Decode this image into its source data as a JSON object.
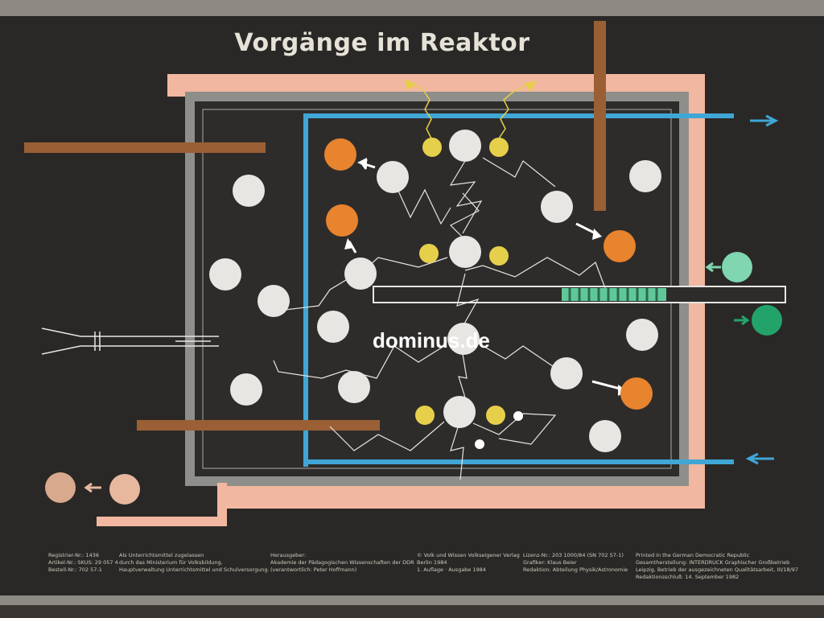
{
  "title": "Vorgänge im Reaktor",
  "watermark": "dominus.de",
  "colors": {
    "background": "#2e2c2a",
    "vessel": "#f2b7a0",
    "coolant": "#3fa6d6",
    "control_rod": "#9a5f35",
    "neutron": "#e8e6e2",
    "fission_product": "#e8832e",
    "fission_fragment": "#e6cf4a",
    "absorber": "#5fc89a"
  },
  "footer": {
    "col1": "Registrier-Nr.: 1436\nArtikel-Nr.: SKUS: 29 057 4\nBestell-Nr.: 702 57-1",
    "col2": "Als Unterrichtsmittel zugelassen\ndurch das Ministerium für Volksbildung,\nHauptverwaltung Unterrichtsmittel und Schulversorgung.",
    "col3": "Herausgeber:\nAkademie der Pädagogischen Wissenschaften der DDR\n(verantwortlich: Peter Hoffmann)",
    "col4": "© Volk und Wissen Volkseigener Verlag\nBerlin 1984\n1. Auflage · Ausgabe 1984",
    "col5": "Lizenz-Nr.: 203 1000/84 (SN 702 57-1)\nGrafiker: Klaus Beier\nRedaktion: Abteilung Physik/Astronomie",
    "col6": "Printed in the German Democratic Republic\nGesamtherstellung: INTERDRUCK Graphischer Großbetrieb\nLeipzig, Betrieb der ausgezeichneten Qualitätsarbeit, III/18/97\nRedaktionsschluß: 14. September 1982"
  }
}
